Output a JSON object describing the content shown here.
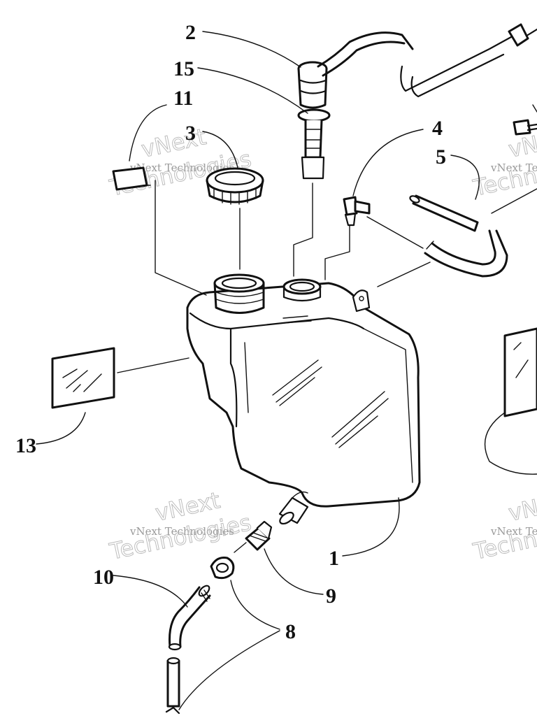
{
  "diagram": {
    "callouts": [
      {
        "id": "1",
        "text": "1"
      },
      {
        "id": "2",
        "text": "2"
      },
      {
        "id": "3",
        "text": "3"
      },
      {
        "id": "4",
        "text": "4"
      },
      {
        "id": "5",
        "text": "5"
      },
      {
        "id": "8",
        "text": "8"
      },
      {
        "id": "9",
        "text": "9"
      },
      {
        "id": "10",
        "text": "10"
      },
      {
        "id": "11",
        "text": "11"
      },
      {
        "id": "13",
        "text": "13"
      },
      {
        "id": "15",
        "text": "15"
      }
    ],
    "watermark": {
      "line1": "vNext",
      "line2": "vNext Technologies",
      "line3": "Technologies"
    },
    "colors": {
      "ink": "#111111",
      "watermark": "#9a9a9a"
    }
  }
}
